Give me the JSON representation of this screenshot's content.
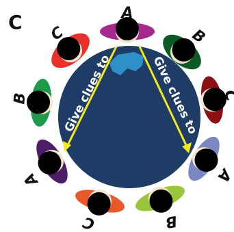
{
  "panel_label": "C",
  "arrow_labels": [
    "Give clues to",
    "Give clues to"
  ],
  "colors": {
    "globe": "#1f3c66",
    "land": "#2f8fc7",
    "arrow": "#f2ea1a",
    "hair": "#000000",
    "face": "#f6e4cc"
  },
  "people": [
    {
      "label": "A",
      "color": "#a7288f"
    },
    {
      "label": "B",
      "color": "#0c5a24"
    },
    {
      "label": "C",
      "color": "#8c0f12"
    },
    {
      "label": "A",
      "color": "#7a87c2"
    },
    {
      "label": "B",
      "color": "#9ac63c"
    },
    {
      "label": "C",
      "color": "#e8592a"
    },
    {
      "label": "A",
      "color": "#4e1d66"
    },
    {
      "label": "B",
      "color": "#1f9a4a"
    },
    {
      "label": "C",
      "color": "#e8312a"
    }
  ]
}
